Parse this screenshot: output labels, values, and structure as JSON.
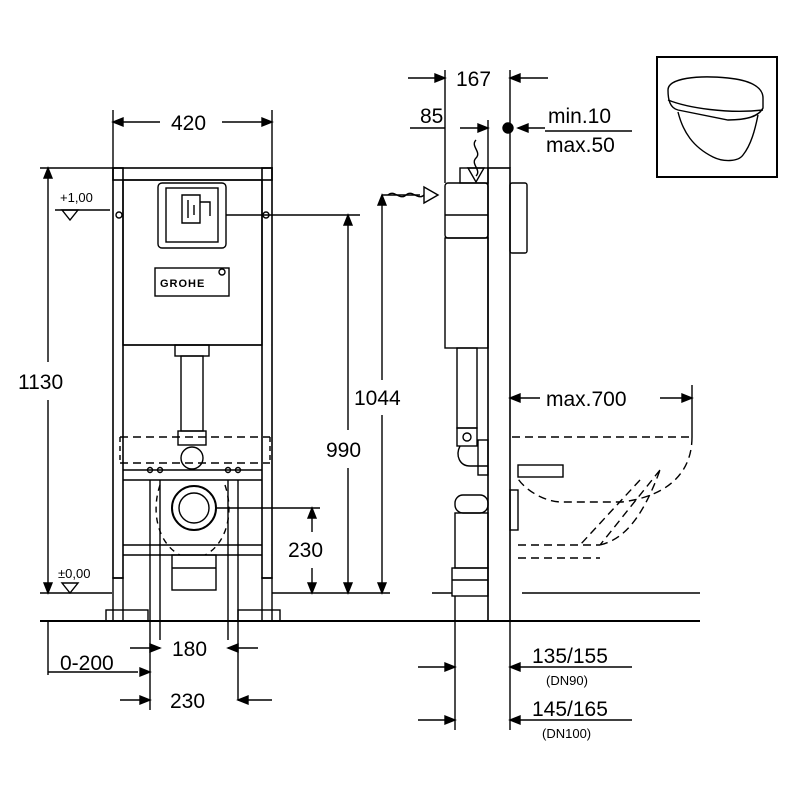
{
  "brand": "GROHE",
  "levels": {
    "top": "+1,00",
    "floor": "±0,00"
  },
  "front_view": {
    "width_dim": "420",
    "height_dim": "1130",
    "flush_height_dim": "990",
    "drain_height_dim": "230",
    "floor_offset_dim": "0-200",
    "bolt_spacing_dim": "180",
    "bolt_outer_dim": "230"
  },
  "side_view": {
    "depth_dim": "167",
    "offset_dim": "85",
    "wall_gap_min": "min.10",
    "wall_gap_max": "max.50",
    "inlet_height_dim": "1044",
    "bowl_max_dim": "max.700",
    "drain_dn90": "135/155",
    "drain_dn90_label": "(DN90)",
    "drain_dn100": "145/165",
    "drain_dn100_label": "(DN100)"
  },
  "colors": {
    "line": "#000000",
    "background": "#ffffff"
  }
}
